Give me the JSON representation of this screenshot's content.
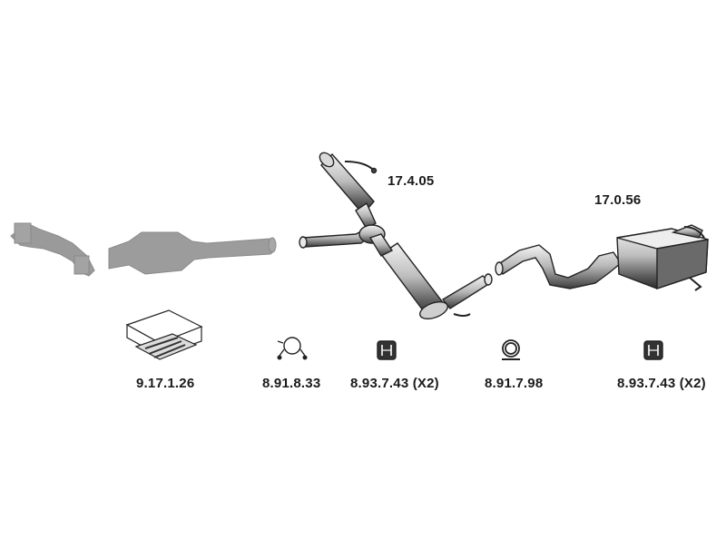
{
  "parts": {
    "center_muffler": {
      "code": "17.4.05"
    },
    "rear_muffler": {
      "code": "17.0.56"
    },
    "mounting_kit": {
      "code": "9.17.1.26"
    },
    "pipe_clamp": {
      "code": "8.91.8.33"
    },
    "rubber_mount_front": {
      "code": "8.93.7.43 (X2)"
    },
    "band_clamp": {
      "code": "8.91.7.98"
    },
    "rubber_mount_rear": {
      "code": "8.93.7.43 (X2)"
    }
  },
  "colors": {
    "outline": "#222222",
    "steel_dark": "#4f4f4f",
    "steel_mid": "#a6a6a6",
    "steel_light": "#e4e4e4",
    "not_included_grey": "#9a9a9a"
  }
}
